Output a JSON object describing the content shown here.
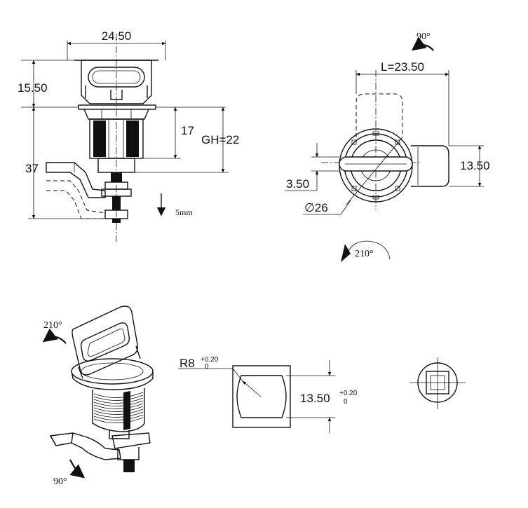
{
  "side_view": {
    "width_label": "24.50",
    "head_height_label": "15.50",
    "total_height_label": "37",
    "thread_length_label": "17",
    "grip_height_label": "GH=22",
    "travel_label": "5mm"
  },
  "front_view": {
    "rotation_top_label": "90°",
    "length_label": "L=23.50",
    "height_label": "13.50",
    "offset_label": "3.50",
    "diameter_label": "∅26",
    "rotation_bottom_label": "210°"
  },
  "iso_view": {
    "rotation_top_label": "210°",
    "rotation_bottom_label": "90°"
  },
  "cutout_view": {
    "radius_label": "R8",
    "radius_tol_upper": "+0.20",
    "radius_tol_lower": "0",
    "size_label": "13.50",
    "size_tol_upper": "+0.20",
    "size_tol_lower": "0"
  }
}
